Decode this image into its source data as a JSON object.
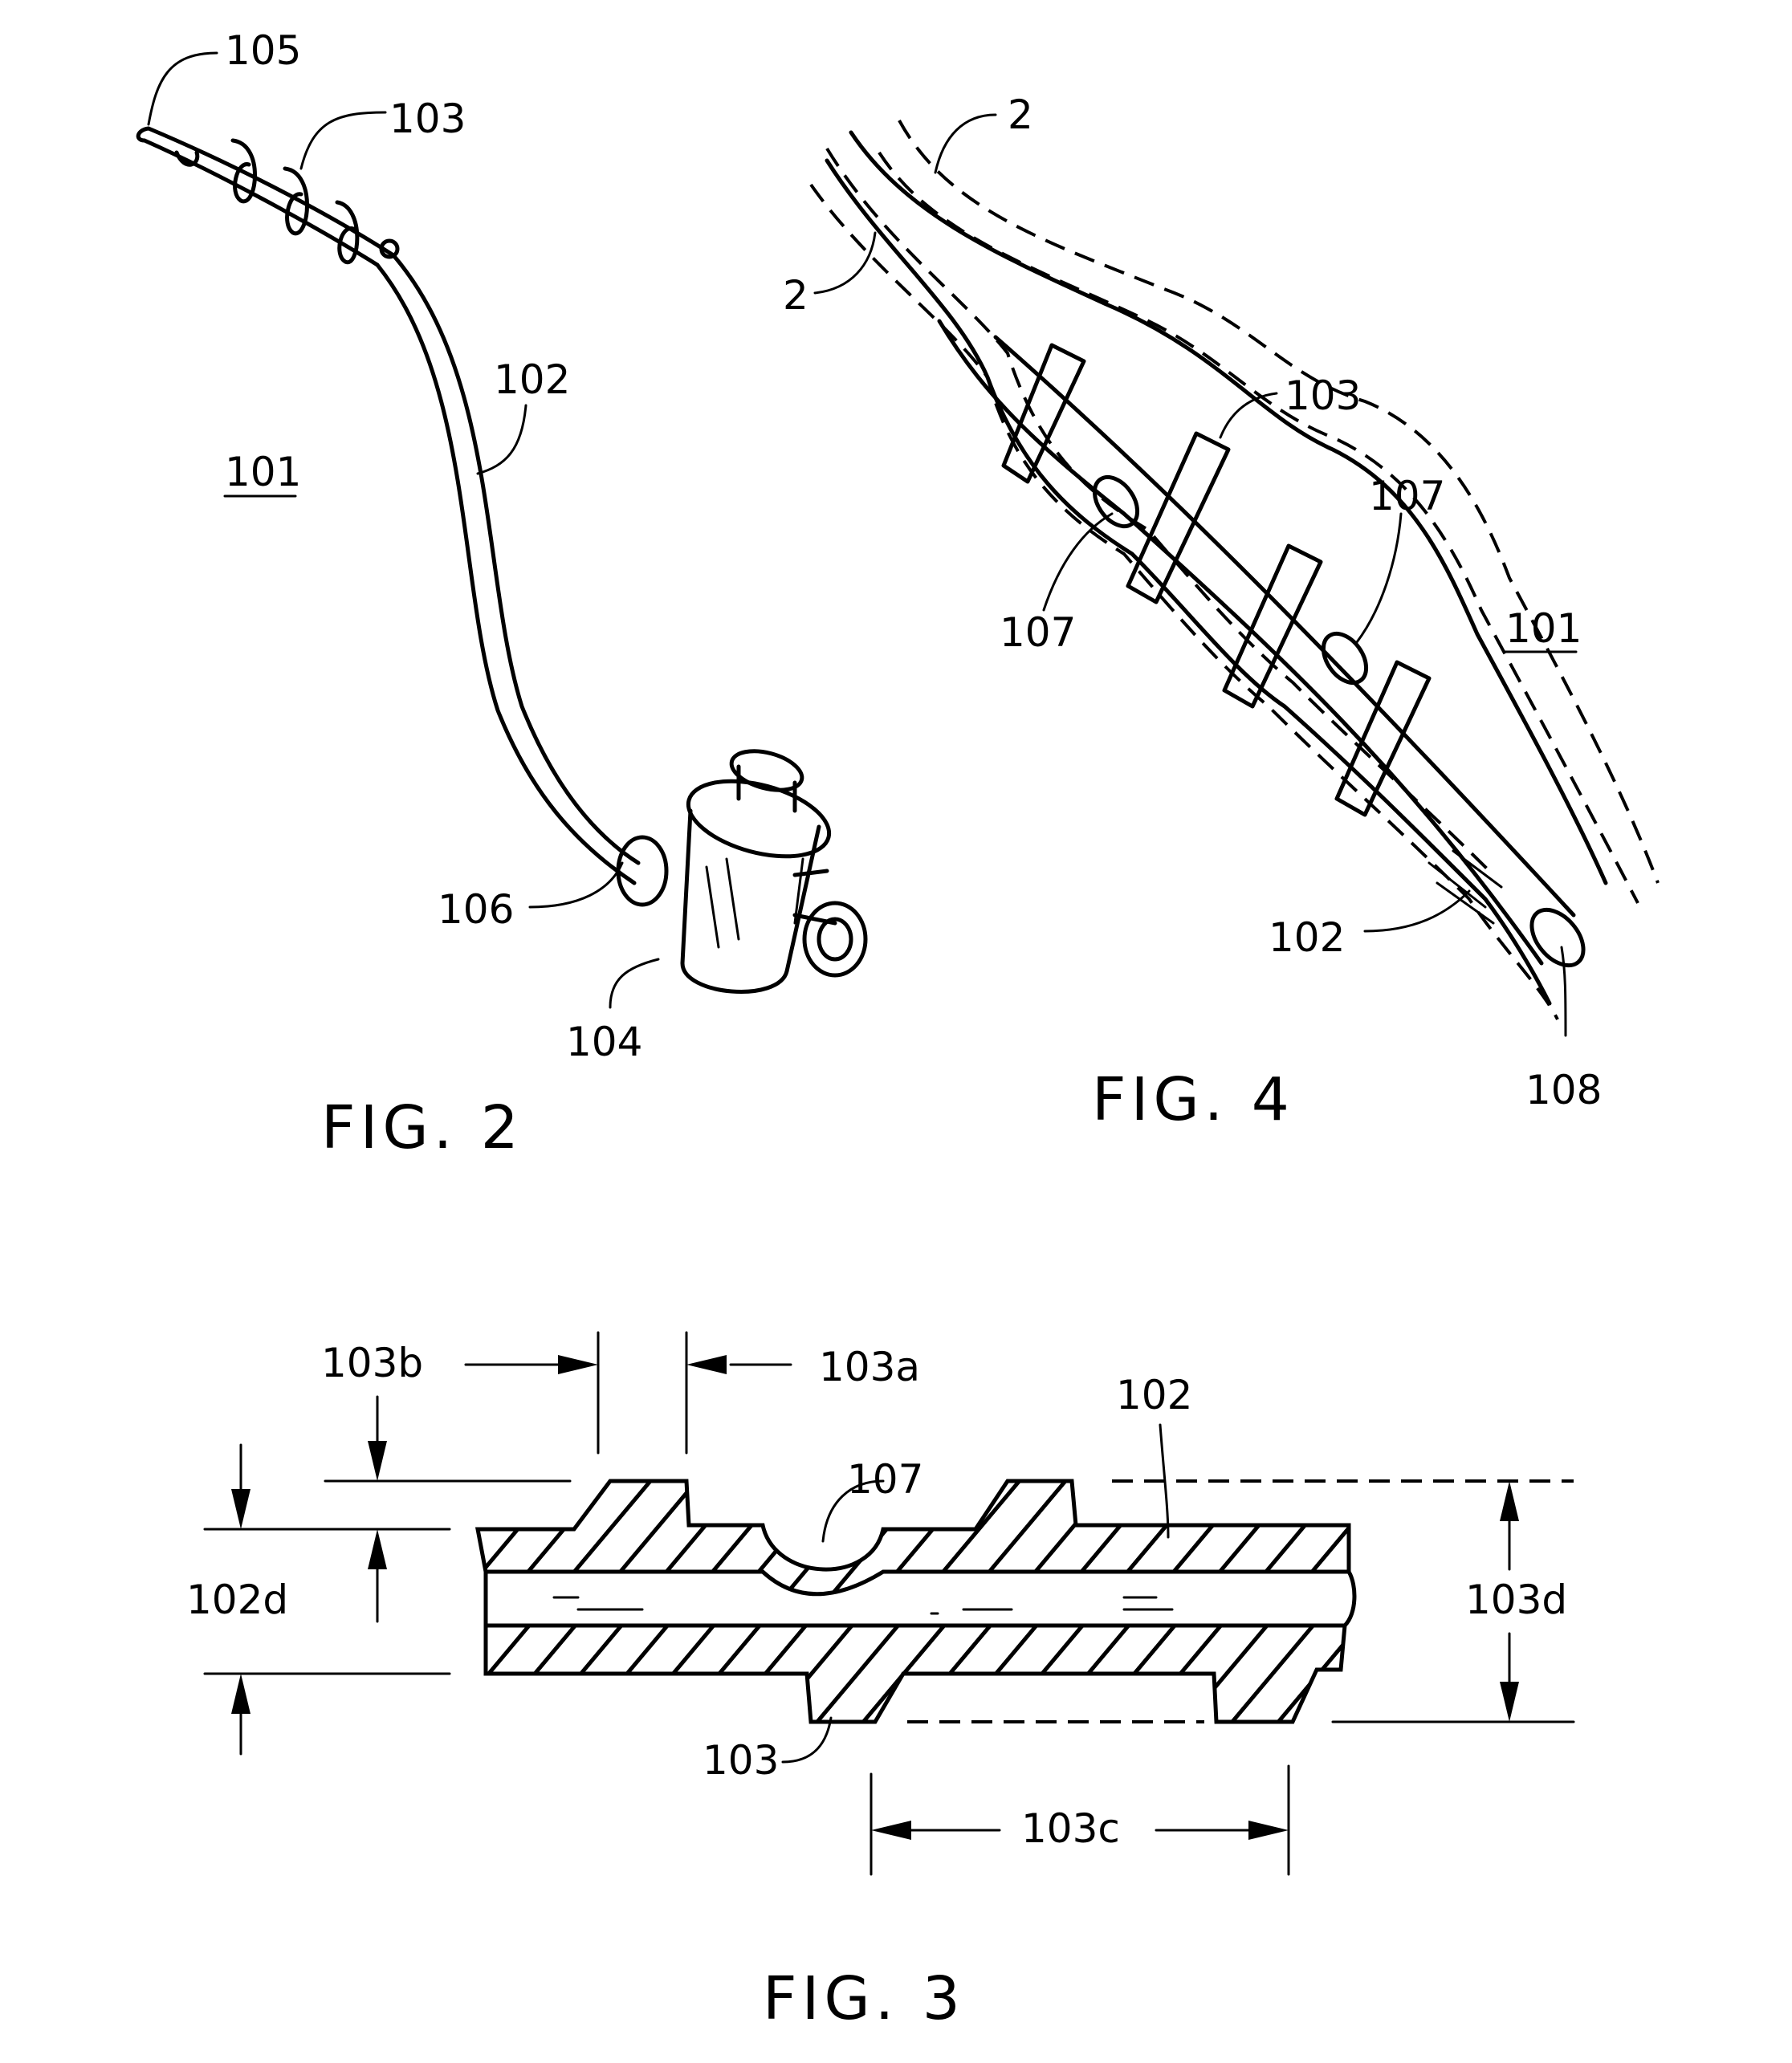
{
  "figures": {
    "fig2": {
      "caption": "FIG. 2",
      "labels": {
        "l105": "105",
        "l103": "103",
        "l102": "102",
        "l101": "101",
        "l106": "106",
        "l104": "104"
      }
    },
    "fig4": {
      "caption": "FIG. 4",
      "labels": {
        "l2a": "2",
        "l2b": "2",
        "l103": "103",
        "l107a": "107",
        "l107b": "107",
        "l101": "101",
        "l102": "102",
        "l108": "108"
      }
    },
    "fig3": {
      "caption": "FIG. 3",
      "labels": {
        "l103b": "103b",
        "l103a": "103a",
        "l102": "102",
        "l107": "107",
        "l102d": "102d",
        "l103d": "103d",
        "l103": "103",
        "l103c": "103c"
      }
    }
  }
}
